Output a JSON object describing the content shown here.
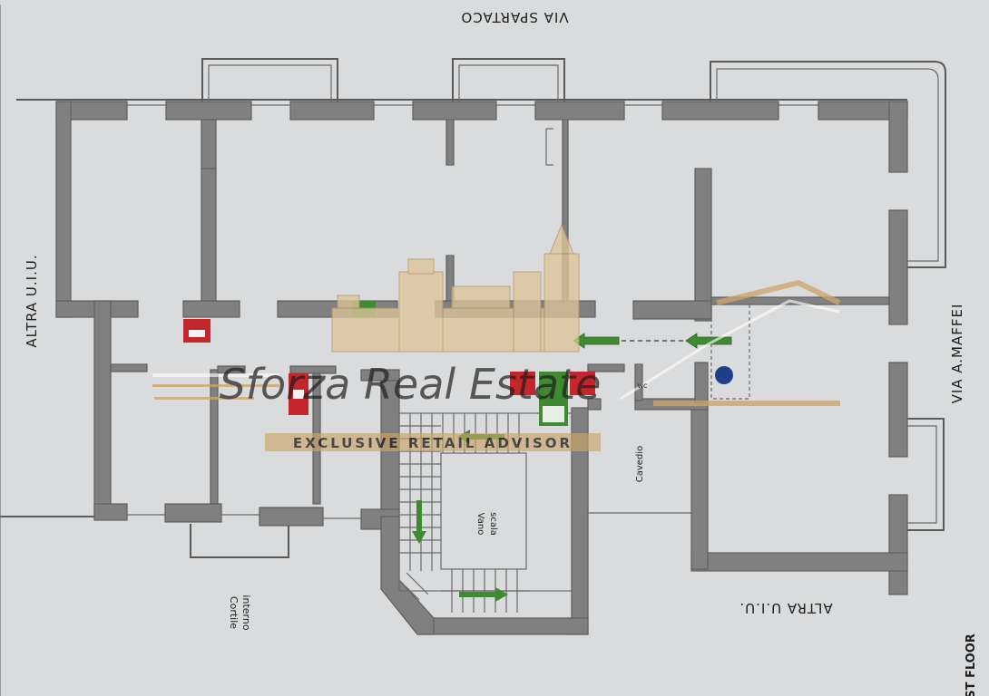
{
  "labels": {
    "street_top": "VIA SPARTACO",
    "street_right": "VIA A.MAFFEI",
    "neighbor_left": "ALTRA U.I.U.",
    "neighbor_bottom_right": "ALTRA U.I.U.",
    "courtyard_line1": "Cortile",
    "courtyard_line2": "interno",
    "stair_line1": "Vano",
    "stair_line2": "scala",
    "lightwell": "Cavedio",
    "wc": "wc",
    "floor": "ST FLOOR"
  },
  "watermark": {
    "brand": "Sforza Real Estate",
    "tagline": "EXCLUSIVE RETAIL ADVISOR"
  },
  "colors": {
    "background": "#d9dbdc",
    "wall": "#808080",
    "safety_green": "#3f8a32",
    "fire_red": "#c4272b",
    "watermark_gold": "#caa56b"
  }
}
